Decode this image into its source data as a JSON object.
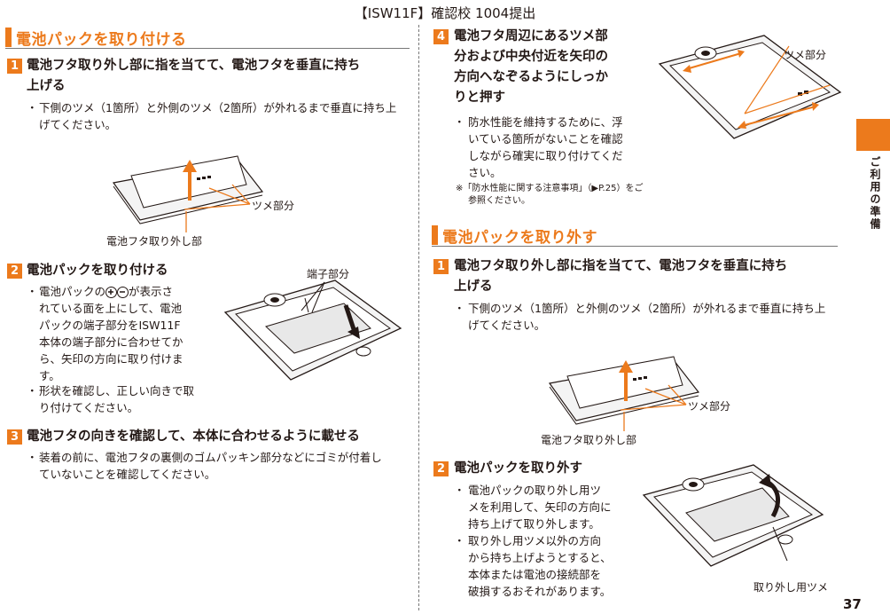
{
  "header": {
    "title": "【ISW11F】確認校 1004提出"
  },
  "left": {
    "section_title": "電池パックを取り付ける",
    "step1": {
      "num": "1",
      "title_line1": "電池フタ取り外し部に指を当てて、電池フタを垂直に持ち",
      "title_line2": "上げる",
      "bullet_line1": "下側のツメ（1箇所）と外側のツメ（2箇所）が外れるまで垂直に持ち上",
      "bullet_line2": "げてください。",
      "label_tsume": "ツメ部分",
      "label_removal": "電池フタ取り外し部"
    },
    "step2": {
      "num": "2",
      "title": "電池パックを取り付ける",
      "b1_pre": "電池パックの",
      "b1_post": "が表示さ",
      "b1_lines": [
        "れている面を上にして、電池",
        "パックの端子部分をISW11F",
        "本体の端子部分に合わせてか",
        "ら、矢印の方向に取り付けま",
        "す。"
      ],
      "b2_lines": [
        "形状を確認し、正しい向きで取",
        "り付けてください。"
      ],
      "label_terminal": "端子部分"
    },
    "step3": {
      "num": "3",
      "title": "電池フタの向きを確認して、本体に合わせるように載せる",
      "bullet_line1": "装着の前に、電池フタの裏側のゴムパッキン部分などにゴミが付着し",
      "bullet_line2": "ていないことを確認してください。"
    }
  },
  "right": {
    "step4": {
      "num": "4",
      "title_lines": [
        "電池フタ周辺にあるツメ部",
        "分および中央付近を矢印の",
        "方向へなぞるようにしっか",
        "りと押す"
      ],
      "bullet_lines": [
        "防水性能を維持するために、浮",
        "いている箇所がないことを確認",
        "しながら確実に取り付けてくだ",
        "さい。"
      ],
      "note_line1": "※「防水性能に関する注意事項」（▶P.25）をご",
      "note_line2": "参照ください。",
      "label_tsume": "ツメ部分"
    },
    "section_title": "電池パックを取り外す",
    "step1": {
      "num": "1",
      "title_line1": "電池フタ取り外し部に指を当てて、電池フタを垂直に持ち",
      "title_line2": "上げる",
      "bullet_line1": "下側のツメ（1箇所）と外側のツメ（2箇所）が外れるまで垂直に持ち上",
      "bullet_line2": "げてください。",
      "label_tsume": "ツメ部分",
      "label_removal": "電池フタ取り外し部"
    },
    "step2": {
      "num": "2",
      "title": "電池パックを取り外す",
      "b1_lines": [
        "電池パックの取り外し用ツ",
        "メを利用して、矢印の方向に",
        "持ち上げて取り外します。"
      ],
      "b2_lines": [
        "取り外し用ツメ以外の方向",
        "から持ち上げようとすると、",
        "本体または電池の接続部を",
        "破損するおそれがあります。"
      ],
      "label_tab": "取り外し用ツメ"
    }
  },
  "side": {
    "label": "ご利用の準備"
  },
  "footer": {
    "page_number": "37"
  },
  "colors": {
    "accent": "#ec7a1c",
    "text": "#231815"
  }
}
